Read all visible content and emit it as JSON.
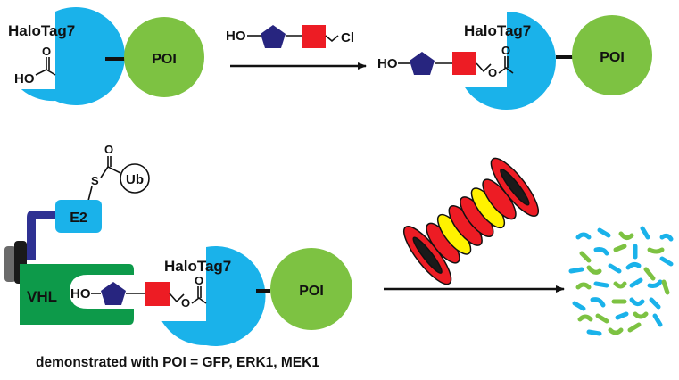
{
  "labels": {
    "halotag": "HaloTag7",
    "poi": "POI",
    "ho": "HO",
    "cl": "Cl",
    "ub": "Ub",
    "e2": "E2",
    "vhl": "VHL",
    "s": "S",
    "o": "O"
  },
  "caption": "demonstrated with POI = GFP, ERK1, MEK1",
  "colors": {
    "halotag": "#1ab2ea",
    "poi": "#7dc242",
    "pentagon": "#27257f",
    "square": "#ed1c24",
    "vhl": "#0d9a4a",
    "e2_arm": "#2e3192",
    "proteasome_red": "#ed1c24",
    "proteasome_yellow": "#fff200",
    "fragment_blue": "#1ab2ea",
    "fragment_green": "#7dc242"
  }
}
